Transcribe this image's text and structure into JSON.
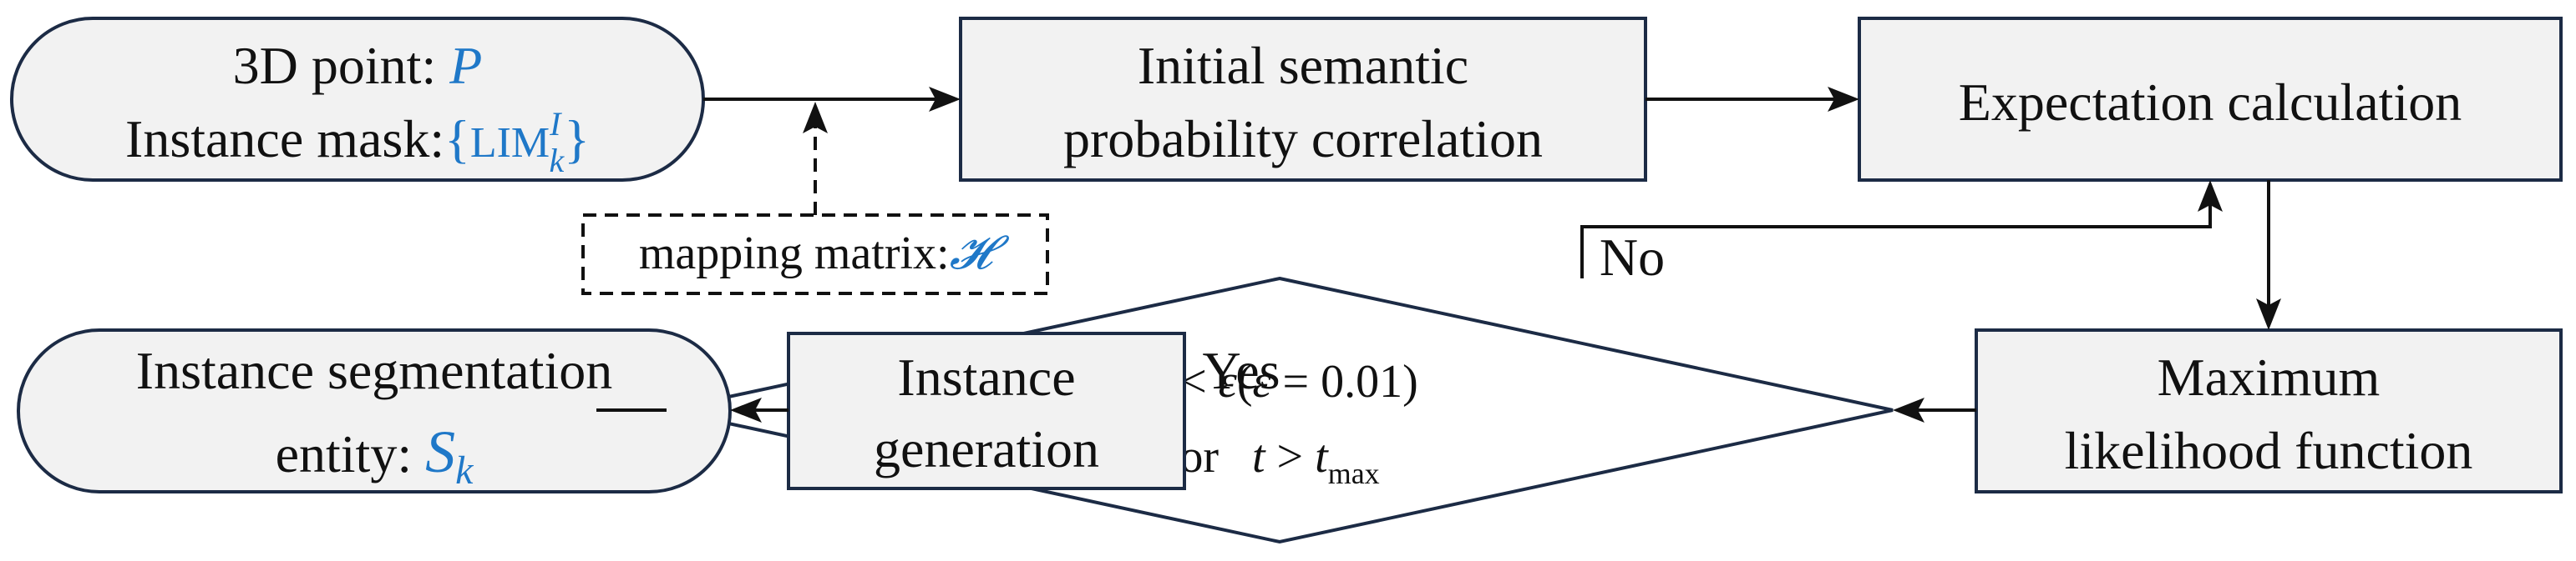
{
  "nodes": {
    "input": {
      "line1_prefix": "3D point: ",
      "line1_var": "P",
      "line2_prefix": "Instance mask:",
      "line2_open": "{",
      "line2_lim": "LIM",
      "line2_sup": "I",
      "line2_sub": "k",
      "line2_close": "}"
    },
    "init_corr": {
      "line1": "Initial semantic",
      "line2": "probability correlation"
    },
    "expectation": {
      "line1": "Expectation calculation"
    },
    "max_likelihood": {
      "line1": "Maximum",
      "line2": "likelihood function"
    },
    "decision": {
      "line1_delta": "Δ < ",
      "line1_eps": "ε",
      "line1_paren_open": "(",
      "line1_eps2": "ε",
      "line1_eq": " = 0.01)",
      "line2_or": "or",
      "line2_t": "t",
      "line2_gt": " > ",
      "line2_tmax": "t",
      "line2_tmax_sub": "max"
    },
    "inst_gen": {
      "line1": "Instance",
      "line2": "generation"
    },
    "output": {
      "line1": "Instance segmentation",
      "line2_prefix": "entity:  ",
      "line2_var": "S",
      "line2_sub": "k"
    },
    "mapping": {
      "prefix": "mapping matrix:",
      "symbol": "𝓗"
    }
  },
  "edges": {
    "no_label": "No",
    "yes_label": "Yes"
  },
  "colors": {
    "box_fill": "#f2f2f2",
    "box_stroke": "#1c2b45",
    "math_blue": "#1f78c8",
    "line": "#111111"
  }
}
